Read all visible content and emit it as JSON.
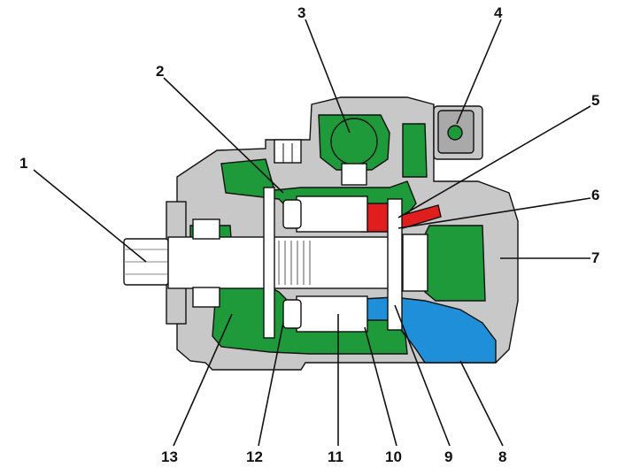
{
  "colors": {
    "housing": "#c8c8c8",
    "housing_dark": "#a9a9a9",
    "green": "#1f9a3a",
    "red": "#e01e1e",
    "blue": "#1e8fd8",
    "white": "#ffffff",
    "line": "#111111"
  },
  "callouts": [
    {
      "id": "1",
      "label": "1"
    },
    {
      "id": "2",
      "label": "2"
    },
    {
      "id": "3",
      "label": "3"
    },
    {
      "id": "4",
      "label": "4"
    },
    {
      "id": "5",
      "label": "5"
    },
    {
      "id": "6",
      "label": "6"
    },
    {
      "id": "7",
      "label": "7"
    },
    {
      "id": "8",
      "label": "8"
    },
    {
      "id": "9",
      "label": "9"
    },
    {
      "id": "10",
      "label": "10"
    },
    {
      "id": "11",
      "label": "11"
    },
    {
      "id": "12",
      "label": "12"
    },
    {
      "id": "13",
      "label": "13"
    }
  ]
}
